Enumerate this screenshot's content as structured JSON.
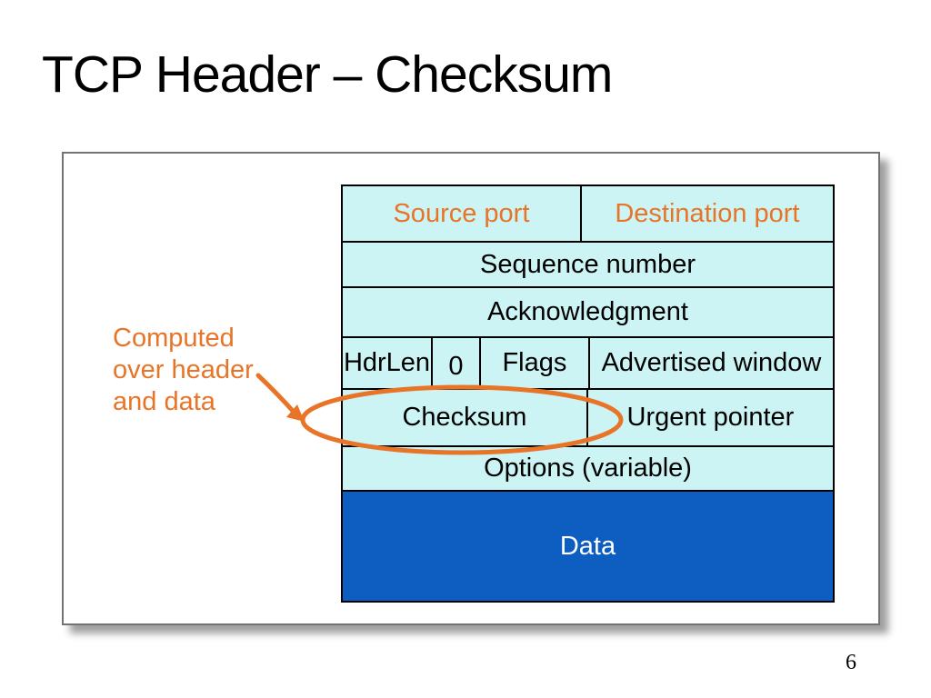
{
  "slide": {
    "title": "TCP Header – Checksum",
    "page_number": "6"
  },
  "annotation": {
    "line1": "Computed",
    "line2": "over header",
    "line3": "and data"
  },
  "diagram": {
    "rows": [
      {
        "cells": [
          {
            "label": "Source port"
          },
          {
            "label": "Destination port"
          }
        ]
      },
      {
        "cells": [
          {
            "label": "Sequence number"
          }
        ]
      },
      {
        "cells": [
          {
            "label": "Acknowledgment"
          }
        ]
      },
      {
        "cells": [
          {
            "label": "HdrLen"
          },
          {
            "label": "0"
          },
          {
            "label": "Flags"
          },
          {
            "label": "Advertised window"
          }
        ]
      },
      {
        "cells": [
          {
            "label": "Checksum"
          },
          {
            "label": "Urgent pointer"
          }
        ]
      },
      {
        "cells": [
          {
            "label": "Options (variable)"
          }
        ]
      },
      {
        "cells": [
          {
            "label": "Data"
          }
        ]
      }
    ]
  },
  "colors": {
    "field_fill": "#CDF4F4",
    "data_fill": "#0E5EC2",
    "accent_orange": "#E87428",
    "cell_border": "#000000",
    "box_border": "#737373"
  }
}
